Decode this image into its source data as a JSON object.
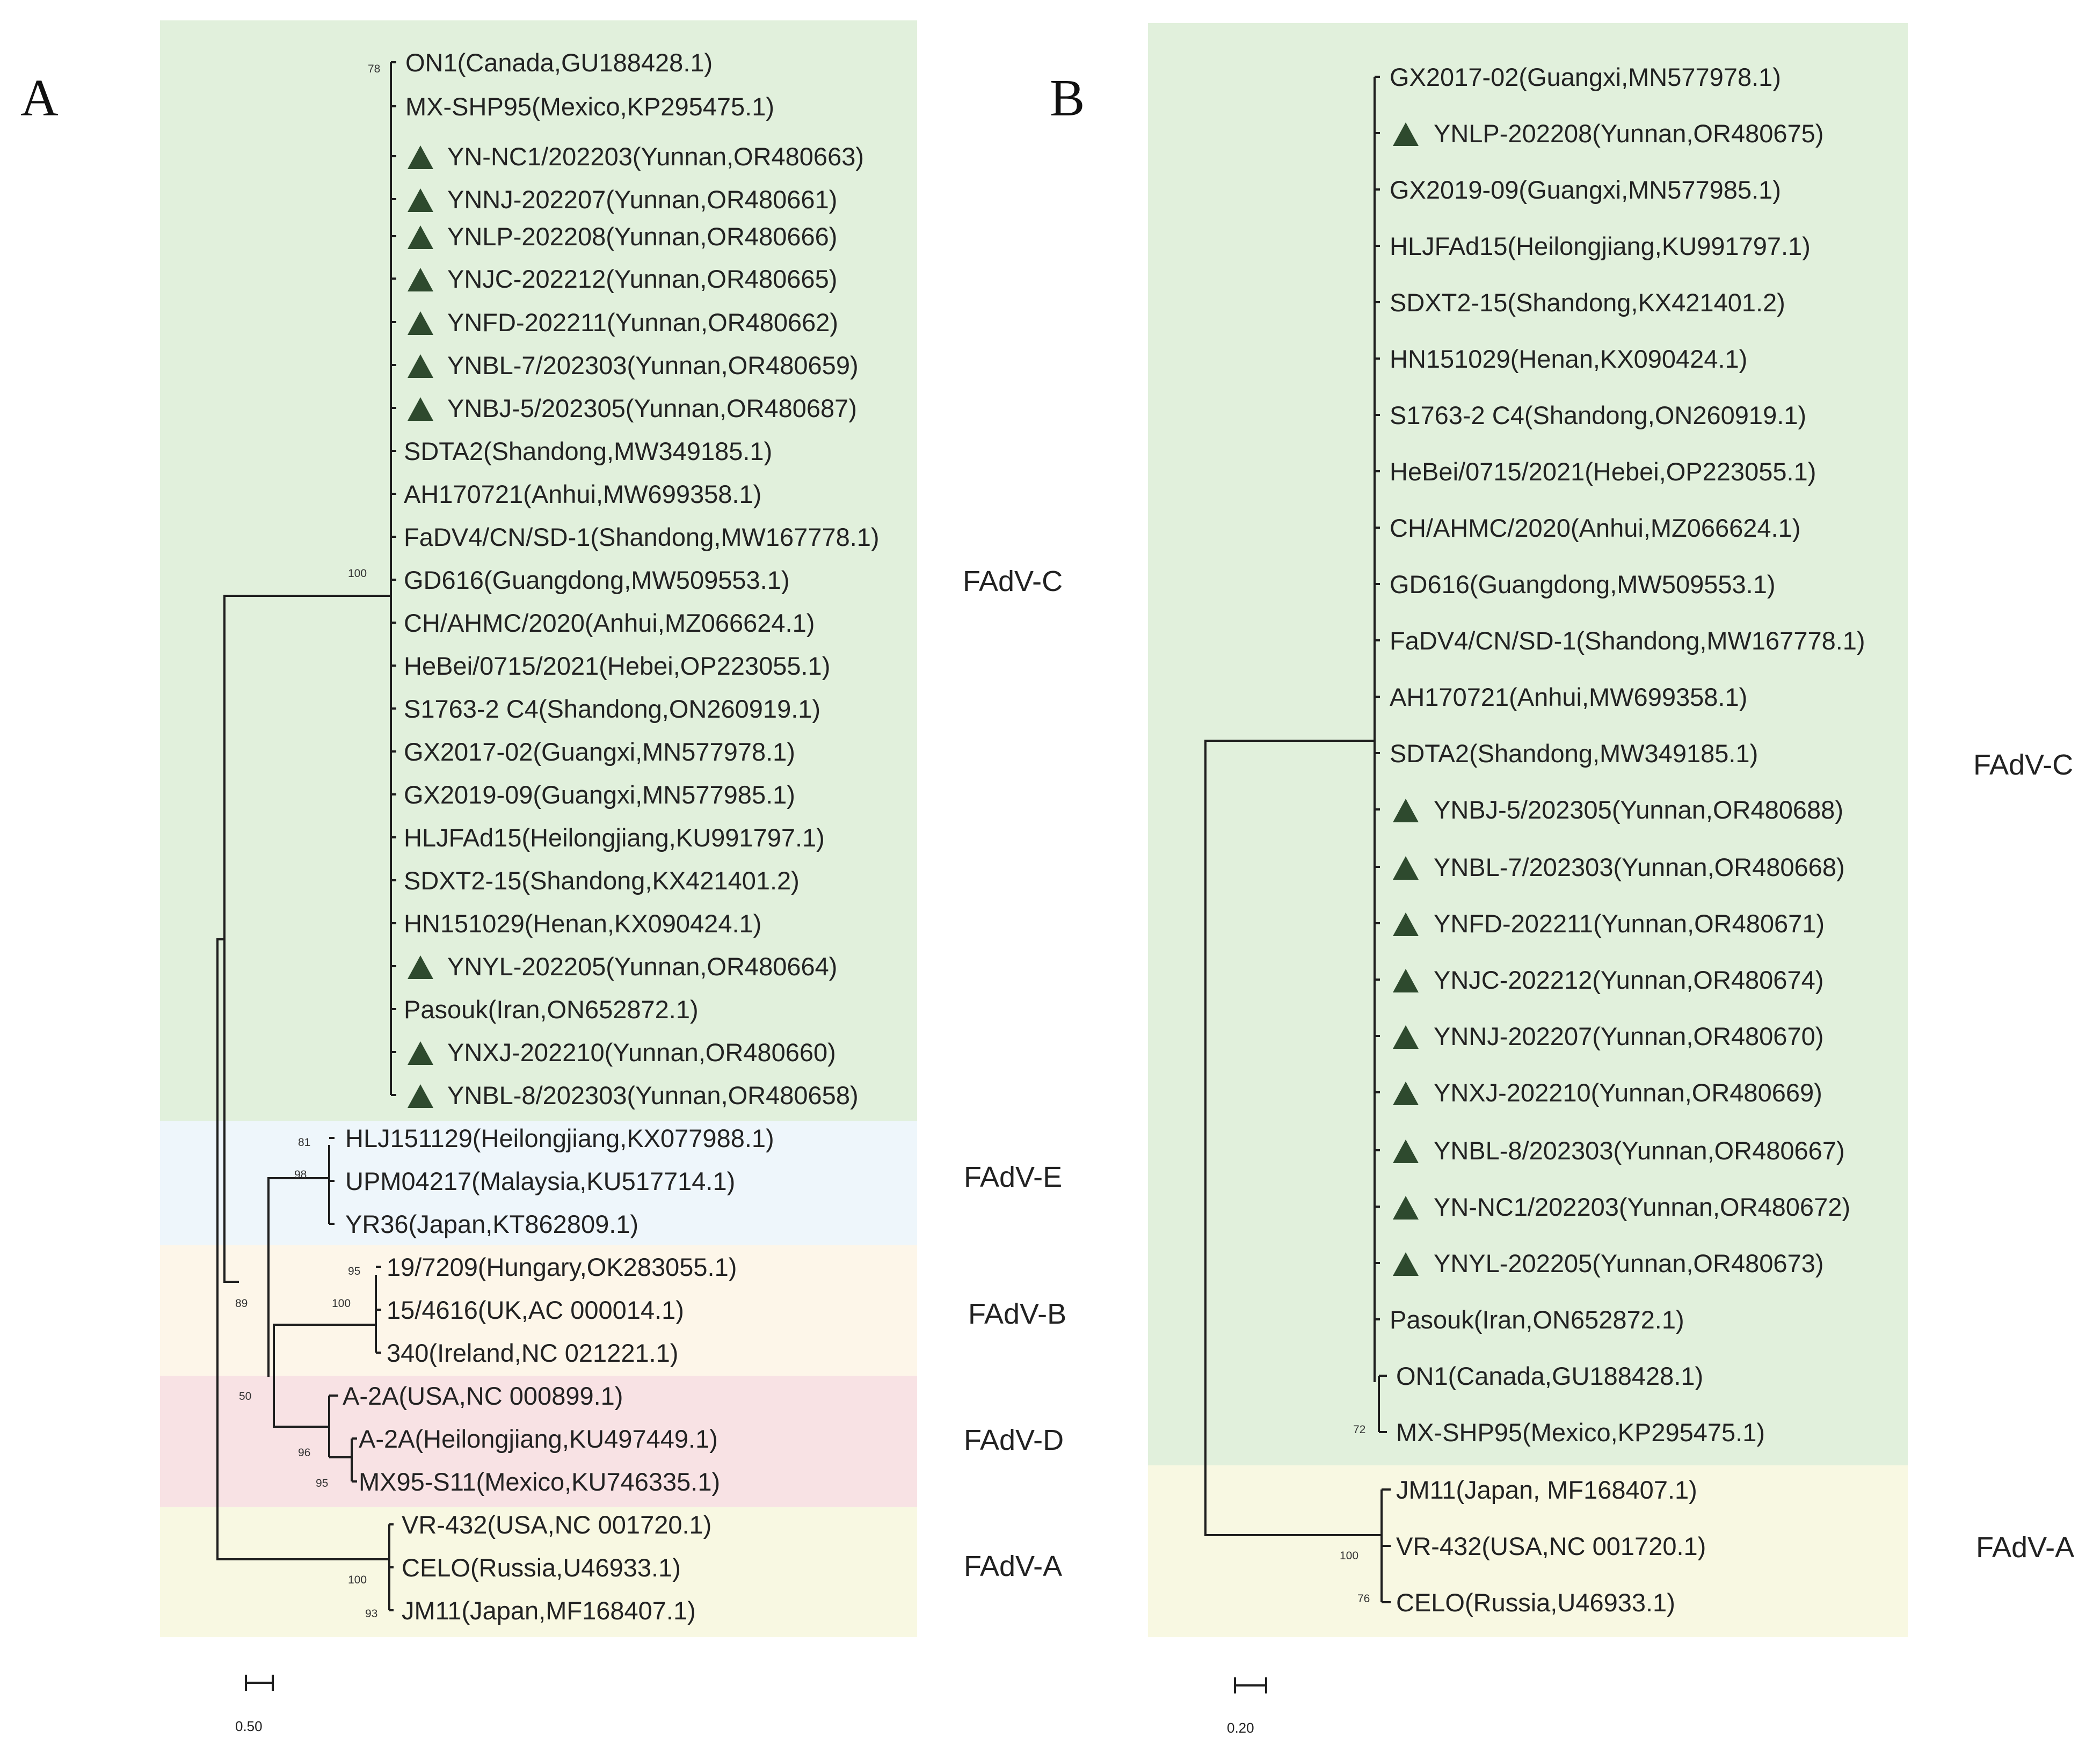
{
  "colors": {
    "clade_C": "#e1f0dc",
    "clade_E": "#eef6fb",
    "clade_B": "#fdf6e9",
    "clade_D": "#f8e2e4",
    "clade_A": "#f8f8e2",
    "marker": "#2e4a2e",
    "branch": "#1e1e1e"
  },
  "marker_icon": "triangle-icon",
  "panels": [
    {
      "letter": "A",
      "scale_label": "0.50",
      "clades": [
        {
          "label": "FAdV-C",
          "color_key": "clade_C"
        },
        {
          "label": "FAdV-E",
          "color_key": "clade_E"
        },
        {
          "label": "FAdV-B",
          "color_key": "clade_B"
        },
        {
          "label": "FAdV-D",
          "color_key": "clade_D"
        },
        {
          "label": "FAdV-A",
          "color_key": "clade_A"
        }
      ],
      "leaves": [
        {
          "name": "ON1(Canada,GU188428.1)",
          "marked": false
        },
        {
          "name": "MX-SHP95(Mexico,KP295475.1)",
          "marked": false
        },
        {
          "name": "YN-NC1/202203(Yunnan,OR480663)",
          "marked": true
        },
        {
          "name": "YNNJ-202207(Yunnan,OR480661)",
          "marked": true
        },
        {
          "name": "YNLP-202208(Yunnan,OR480666)",
          "marked": true
        },
        {
          "name": "YNJC-202212(Yunnan,OR480665)",
          "marked": true
        },
        {
          "name": "YNFD-202211(Yunnan,OR480662)",
          "marked": true
        },
        {
          "name": "YNBL-7/202303(Yunnan,OR480659)",
          "marked": true
        },
        {
          "name": "YNBJ-5/202305(Yunnan,OR480687)",
          "marked": true
        },
        {
          "name": "SDTA2(Shandong,MW349185.1)",
          "marked": false
        },
        {
          "name": "AH170721(Anhui,MW699358.1)",
          "marked": false
        },
        {
          "name": "FaDV4/CN/SD-1(Shandong,MW167778.1)",
          "marked": false
        },
        {
          "name": "GD616(Guangdong,MW509553.1)",
          "marked": false
        },
        {
          "name": "CH/AHMC/2020(Anhui,MZ066624.1)",
          "marked": false
        },
        {
          "name": "HeBei/0715/2021(Hebei,OP223055.1)",
          "marked": false
        },
        {
          "name": "S1763-2 C4(Shandong,ON260919.1)",
          "marked": false
        },
        {
          "name": "GX2017-02(Guangxi,MN577978.1)",
          "marked": false
        },
        {
          "name": "GX2019-09(Guangxi,MN577985.1)",
          "marked": false
        },
        {
          "name": "HLJFAd15(Heilongjiang,KU991797.1)",
          "marked": false
        },
        {
          "name": "SDXT2-15(Shandong,KX421401.2)",
          "marked": false
        },
        {
          "name": "HN151029(Henan,KX090424.1)",
          "marked": false
        },
        {
          "name": "YNYL-202205(Yunnan,OR480664)",
          "marked": true
        },
        {
          "name": "Pasouk(Iran,ON652872.1)",
          "marked": false
        },
        {
          "name": "YNXJ-202210(Yunnan,OR480660)",
          "marked": true
        },
        {
          "name": "YNBL-8/202303(Yunnan,OR480658)",
          "marked": true
        },
        {
          "name": "HLJ151129(Heilongjiang,KX077988.1)",
          "marked": false
        },
        {
          "name": "UPM04217(Malaysia,KU517714.1)",
          "marked": false
        },
        {
          "name": "YR36(Japan,KT862809.1)",
          "marked": false
        },
        {
          "name": "19/7209(Hungary,OK283055.1)",
          "marked": false
        },
        {
          "name": "15/4616(UK,AC 000014.1)",
          "marked": false
        },
        {
          "name": "340(Ireland,NC 021221.1)",
          "marked": false
        },
        {
          "name": "A-2A(USA,NC 000899.1)",
          "marked": false
        },
        {
          "name": "A-2A(Heilongjiang,KU497449.1)",
          "marked": false
        },
        {
          "name": "MX95-S11(Mexico,KU746335.1)",
          "marked": false
        },
        {
          "name": "VR-432(USA,NC 001720.1)",
          "marked": false
        },
        {
          "name": "CELO(Russia,U46933.1)",
          "marked": false
        },
        {
          "name": "JM11(Japan,MF168407.1)",
          "marked": false
        }
      ],
      "bootstrap": [
        "78",
        "100",
        "81",
        "98",
        "89",
        "95",
        "100",
        "50",
        "96",
        "95",
        "100",
        "93"
      ]
    },
    {
      "letter": "B",
      "scale_label": "0.20",
      "clades": [
        {
          "label": "FAdV-C",
          "color_key": "clade_C"
        },
        {
          "label": "FAdV-A",
          "color_key": "clade_A"
        }
      ],
      "leaves": [
        {
          "name": "GX2017-02(Guangxi,MN577978.1)",
          "marked": false
        },
        {
          "name": "YNLP-202208(Yunnan,OR480675)",
          "marked": true
        },
        {
          "name": "GX2019-09(Guangxi,MN577985.1)",
          "marked": false
        },
        {
          "name": "HLJFAd15(Heilongjiang,KU991797.1)",
          "marked": false
        },
        {
          "name": "SDXT2-15(Shandong,KX421401.2)",
          "marked": false
        },
        {
          "name": "HN151029(Henan,KX090424.1)",
          "marked": false
        },
        {
          "name": "S1763-2 C4(Shandong,ON260919.1)",
          "marked": false
        },
        {
          "name": "HeBei/0715/2021(Hebei,OP223055.1)",
          "marked": false
        },
        {
          "name": "CH/AHMC/2020(Anhui,MZ066624.1)",
          "marked": false
        },
        {
          "name": "GD616(Guangdong,MW509553.1)",
          "marked": false
        },
        {
          "name": "FaDV4/CN/SD-1(Shandong,MW167778.1)",
          "marked": false
        },
        {
          "name": "AH170721(Anhui,MW699358.1)",
          "marked": false
        },
        {
          "name": "SDTA2(Shandong,MW349185.1)",
          "marked": false
        },
        {
          "name": "YNBJ-5/202305(Yunnan,OR480688)",
          "marked": true
        },
        {
          "name": "YNBL-7/202303(Yunnan,OR480668)",
          "marked": true
        },
        {
          "name": "YNFD-202211(Yunnan,OR480671)",
          "marked": true
        },
        {
          "name": "YNJC-202212(Yunnan,OR480674)",
          "marked": true
        },
        {
          "name": "YNNJ-202207(Yunnan,OR480670)",
          "marked": true
        },
        {
          "name": "YNXJ-202210(Yunnan,OR480669)",
          "marked": true
        },
        {
          "name": "YNBL-8/202303(Yunnan,OR480667)",
          "marked": true
        },
        {
          "name": "YN-NC1/202203(Yunnan,OR480672)",
          "marked": true
        },
        {
          "name": "YNYL-202205(Yunnan,OR480673)",
          "marked": true
        },
        {
          "name": "Pasouk(Iran,ON652872.1)",
          "marked": false
        },
        {
          "name": "ON1(Canada,GU188428.1)",
          "marked": false
        },
        {
          "name": "MX-SHP95(Mexico,KP295475.1)",
          "marked": false
        },
        {
          "name": "JM11(Japan, MF168407.1)",
          "marked": false
        },
        {
          "name": "VR-432(USA,NC 001720.1)",
          "marked": false
        },
        {
          "name": "CELO(Russia,U46933.1)",
          "marked": false
        }
      ],
      "bootstrap": [
        "72",
        "100",
        "76"
      ]
    }
  ]
}
